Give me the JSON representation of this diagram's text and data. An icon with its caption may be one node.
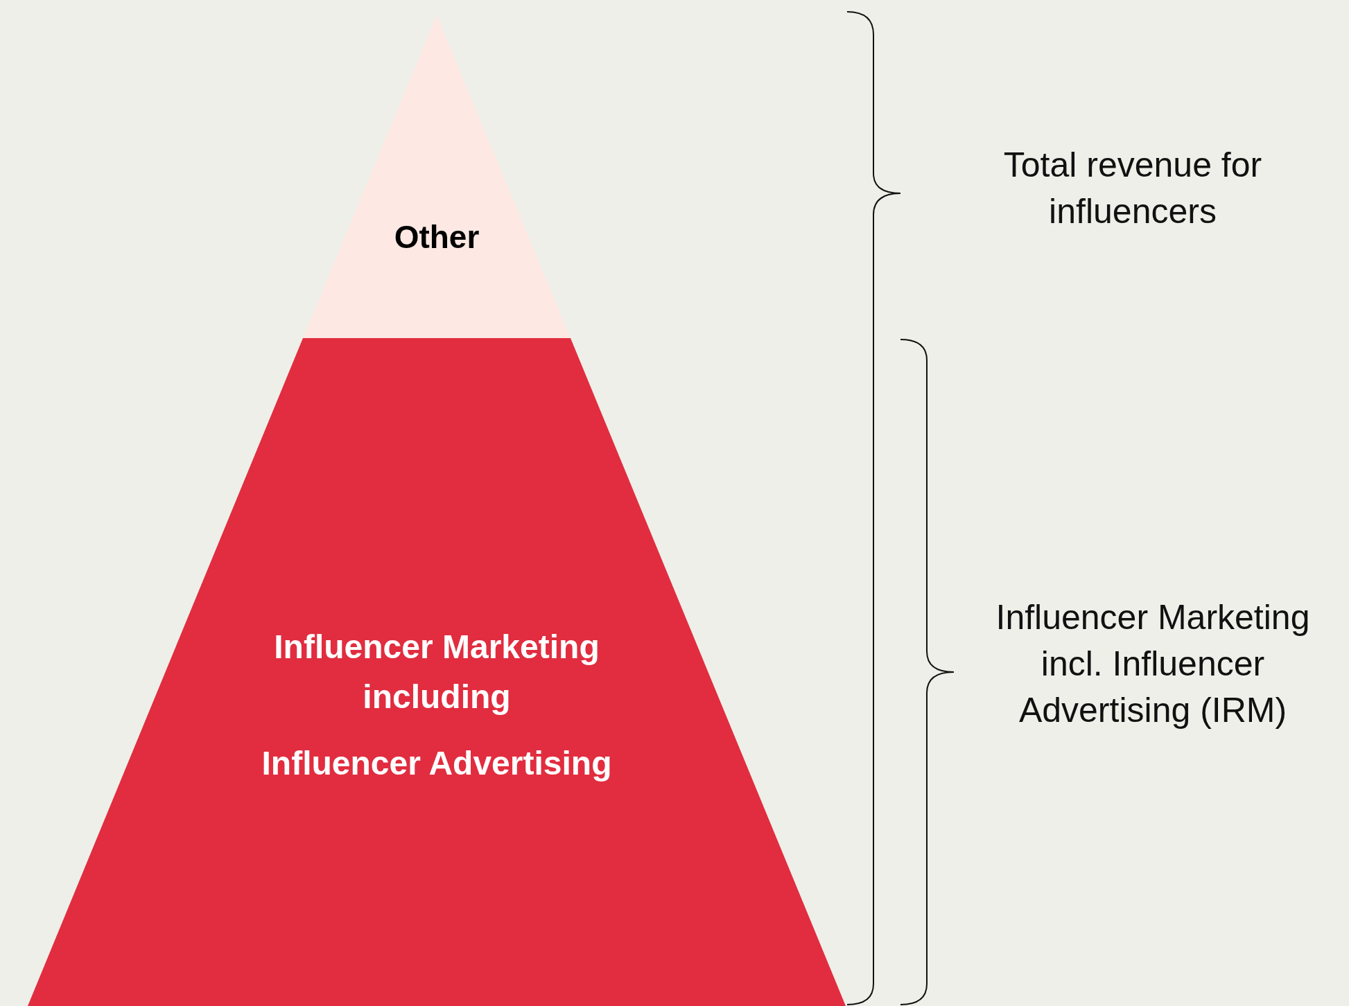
{
  "diagram": {
    "nodes": [
      {
        "text": [
          "Other"
        ]
      },
      {
        "text": [
          "Influencer Marketing including",
          "Influencer Advertising"
        ]
      }
    ],
    "labels": [
      "Total revenue for influencers",
      "Influencer Marketing incl. Influencer Advertising (IRM)"
    ]
  }
}
